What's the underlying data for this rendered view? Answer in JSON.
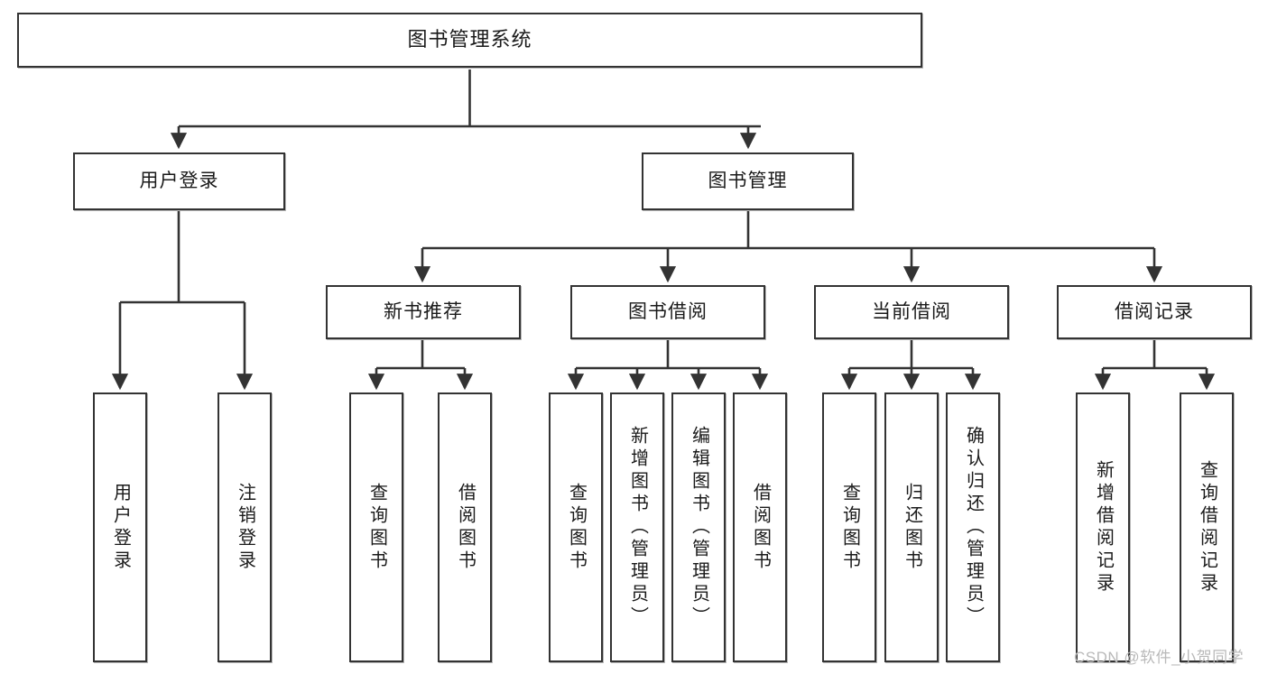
{
  "diagram": {
    "title": "图书管理系统",
    "type": "tree",
    "watermark": "CSDN @软件_小贺同学",
    "colors": {
      "node_border": "#333333",
      "node_fill": "#ffffff",
      "edge": "#333333",
      "text": "#1a1a1a",
      "watermark": "#b9b9b9",
      "background": "#ffffff"
    },
    "nodes": {
      "root": {
        "label": "图书管理系统"
      },
      "level2": [
        {
          "id": "user_login",
          "label": "用户登录"
        },
        {
          "id": "book_manage",
          "label": "图书管理"
        }
      ],
      "level3": [
        {
          "id": "new_book_rec",
          "label": "新书推荐"
        },
        {
          "id": "book_borrow",
          "label": "图书借阅"
        },
        {
          "id": "current_borrow",
          "label": "当前借阅"
        },
        {
          "id": "borrow_record",
          "label": "借阅记录"
        }
      ],
      "leaves": {
        "user_login": [
          {
            "id": "leaf_user_login",
            "label": "用户登录"
          },
          {
            "id": "leaf_logout",
            "label": "注销登录"
          }
        ],
        "new_book_rec": [
          {
            "id": "leaf_query_book_1",
            "label": "查询图书"
          },
          {
            "id": "leaf_borrow_book_1",
            "label": "借阅图书"
          }
        ],
        "book_borrow": [
          {
            "id": "leaf_query_book_2",
            "label": "查询图书"
          },
          {
            "id": "leaf_add_book",
            "label": "新增图书（管理员）"
          },
          {
            "id": "leaf_edit_book",
            "label": "编辑图书（管理员）"
          },
          {
            "id": "leaf_borrow_book_2",
            "label": "借阅图书"
          }
        ],
        "current_borrow": [
          {
            "id": "leaf_query_book_3",
            "label": "查询图书"
          },
          {
            "id": "leaf_return_book",
            "label": "归还图书"
          },
          {
            "id": "leaf_confirm_return",
            "label": "确认归还（管理员）"
          }
        ],
        "borrow_record": [
          {
            "id": "leaf_add_record",
            "label": "新增借阅记录"
          },
          {
            "id": "leaf_query_record",
            "label": "查询借阅记录"
          }
        ]
      }
    }
  }
}
